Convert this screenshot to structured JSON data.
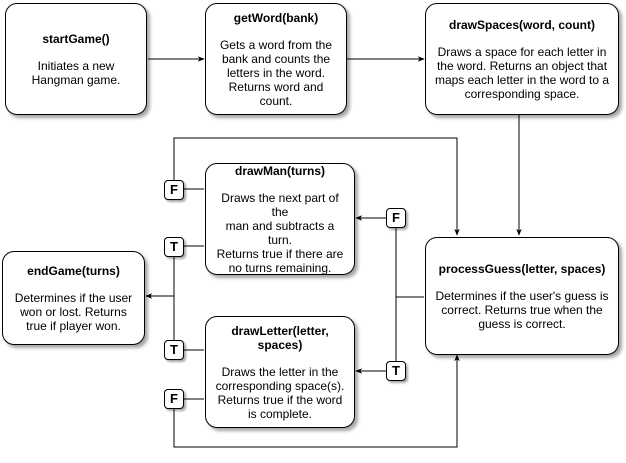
{
  "nodes": {
    "start_game": {
      "title": "startGame()",
      "desc": "Initiates a new\nHangman game."
    },
    "get_word": {
      "title": "getWord(bank)",
      "desc": "Gets a word from the\nbank and counts the\nletters in the word.\nReturns word and count."
    },
    "draw_spaces": {
      "title": "drawSpaces(word, count)",
      "desc": "Draws a space for each letter in\nthe word. Returns an object that\nmaps each letter in the word to a\ncorresponding space."
    },
    "draw_man": {
      "title": "drawMan(turns)",
      "desc": "Draws the next part of the\nman and subtracts a turn.\nReturns true if there are\nno turns remaining."
    },
    "end_game": {
      "title": "endGame(turns)",
      "desc": "Determines if the user\nwon or lost. Returns\ntrue if player won."
    },
    "process_guess": {
      "title": "processGuess(letter, spaces)",
      "desc": "Determines if the user's guess is\ncorrect. Returns true when the\nguess is correct."
    },
    "draw_letter": {
      "title": "drawLetter(letter, spaces)",
      "desc": "Draws the letter in the\ncorresponding space(s).\nReturns true if the word\nis complete."
    }
  },
  "badges": {
    "man_false": "F",
    "man_true": "T",
    "guess_false": "F",
    "letter_true": "T",
    "guess_true": "T",
    "letter_false": "F"
  }
}
